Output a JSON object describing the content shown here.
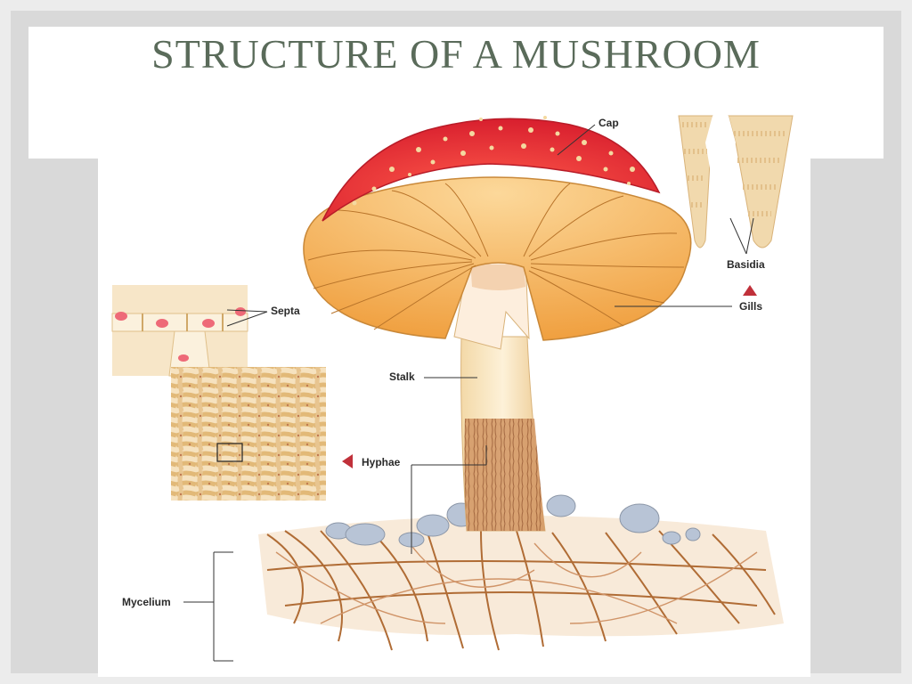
{
  "slide": {
    "title": "STRUCTURE OF A MUSHROOM"
  },
  "labels": {
    "cap": "Cap",
    "basidia": "Basidia",
    "gills": "Gills",
    "septa": "Septa",
    "stalk": "Stalk",
    "hyphae": "Hyphae",
    "mycelium": "Mycelium"
  },
  "colors": {
    "cap_red": "#e8303a",
    "cap_spots": "#f4d9a0",
    "gill_orange": "#f1a94a",
    "gill_lines": "#b8742a",
    "stalk_cream": "#f8e6c2",
    "hyphae_tan": "#e8c590",
    "soil_brown": "#b06c35",
    "rock_gray": "#b8c4d6",
    "pointer_red": "#c0303a"
  }
}
